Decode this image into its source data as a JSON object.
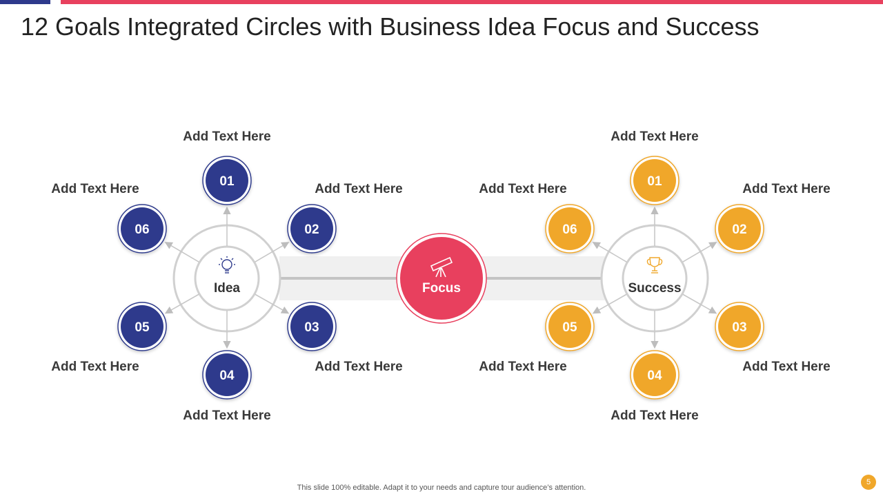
{
  "title": "12 Goals Integrated Circles with Business Idea Focus and Success",
  "footer": "This slide 100% editable. Adapt it to your needs and capture tour audience’s attention.",
  "page_number": "5",
  "colors": {
    "blue": "#2e3a8c",
    "red": "#e8405e",
    "orange": "#f0a72a",
    "accent_bar": "#e8405e"
  },
  "focus": {
    "label": "Focus",
    "icon": "telescope-icon"
  },
  "left": {
    "hub_label": "Idea",
    "hub_icon": "lightbulb-icon",
    "color": "blue",
    "nodes": [
      {
        "num": "01",
        "text": "Add Text Here"
      },
      {
        "num": "02",
        "text": "Add Text Here"
      },
      {
        "num": "03",
        "text": "Add Text Here"
      },
      {
        "num": "04",
        "text": "Add Text Here"
      },
      {
        "num": "05",
        "text": "Add Text Here"
      },
      {
        "num": "06",
        "text": "Add Text Here"
      }
    ]
  },
  "right": {
    "hub_label": "Success",
    "hub_icon": "trophy-icon",
    "color": "orange",
    "nodes": [
      {
        "num": "01",
        "text": "Add Text Here"
      },
      {
        "num": "02",
        "text": "Add Text Here"
      },
      {
        "num": "03",
        "text": "Add Text Here"
      },
      {
        "num": "04",
        "text": "Add Text Here"
      },
      {
        "num": "05",
        "text": "Add Text Here"
      },
      {
        "num": "06",
        "text": "Add Text Here"
      }
    ]
  }
}
